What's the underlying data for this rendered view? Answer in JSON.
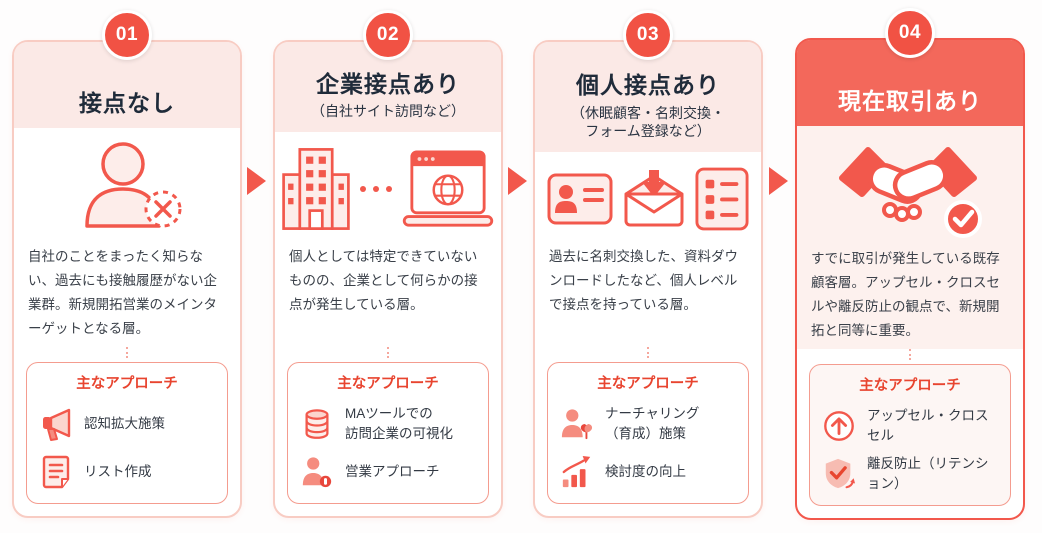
{
  "diagram_title": "",
  "colors": {
    "accent": "#F2584C",
    "badge": "#F15244",
    "header_pink": "#FBE9E6",
    "card_border": "#F8CCC3",
    "card4_header": "#F3685B",
    "card4_body": "#FDF1EE",
    "title_text": "#1F2B3A",
    "body_text": "#3A4049",
    "approach_title_text": "#E8442F"
  },
  "cards": [
    {
      "number": "01",
      "title": "接点なし",
      "subtitle": "",
      "icons": [
        "person-x-icon"
      ],
      "description": "自社のことをまったく知らない、過去にも接触履歴がない企業群。新規開拓営業のメインターゲットとなる層。",
      "approach_title": "主なアプローチ",
      "approaches": [
        {
          "icon": "megaphone-icon",
          "label": "認知拡大施策"
        },
        {
          "icon": "list-document-icon",
          "label": "リスト作成"
        }
      ]
    },
    {
      "number": "02",
      "title": "企業接点あり",
      "subtitle": "（自社サイト訪問など）",
      "icons": [
        "building-icon",
        "ellipsis-icon",
        "browser-globe-icon"
      ],
      "description": "個人としては特定できていないものの、企業として何らかの接点が発生している層。",
      "approach_title": "主なアプローチ",
      "approaches": [
        {
          "icon": "database-icon",
          "label": "MAツールでの\n訪問企業の可視化"
        },
        {
          "icon": "sales-person-icon",
          "label": "営業アプローチ"
        }
      ]
    },
    {
      "number": "03",
      "title": "個人接点あり",
      "subtitle": "（休眠顧客・名刺交換・\nフォーム登録など）",
      "icons": [
        "id-card-icon",
        "mail-download-icon",
        "form-checklist-icon"
      ],
      "description": "過去に名刺交換した、資料ダウンロードしたなど、個人レベルで接点を持っている層。",
      "approach_title": "主なアプローチ",
      "approaches": [
        {
          "icon": "nurturing-person-icon",
          "label": "ナーチャリング\n（育成）施策"
        },
        {
          "icon": "growth-chart-icon",
          "label": "検討度の向上"
        }
      ]
    },
    {
      "number": "04",
      "title": "現在取引あり",
      "subtitle": "",
      "icons": [
        "handshake-icon",
        "check-circle-icon"
      ],
      "description": "すでに取引が発生している既存顧客層。アップセル・クロスセルや離反防止の観点で、新規開拓と同等に重要。",
      "approach_title": "主なアプローチ",
      "approaches": [
        {
          "icon": "upsell-arrow-icon",
          "label": "アップセル・クロスセル"
        },
        {
          "icon": "shield-check-icon",
          "label": "離反防止（リテンション）"
        }
      ]
    }
  ]
}
